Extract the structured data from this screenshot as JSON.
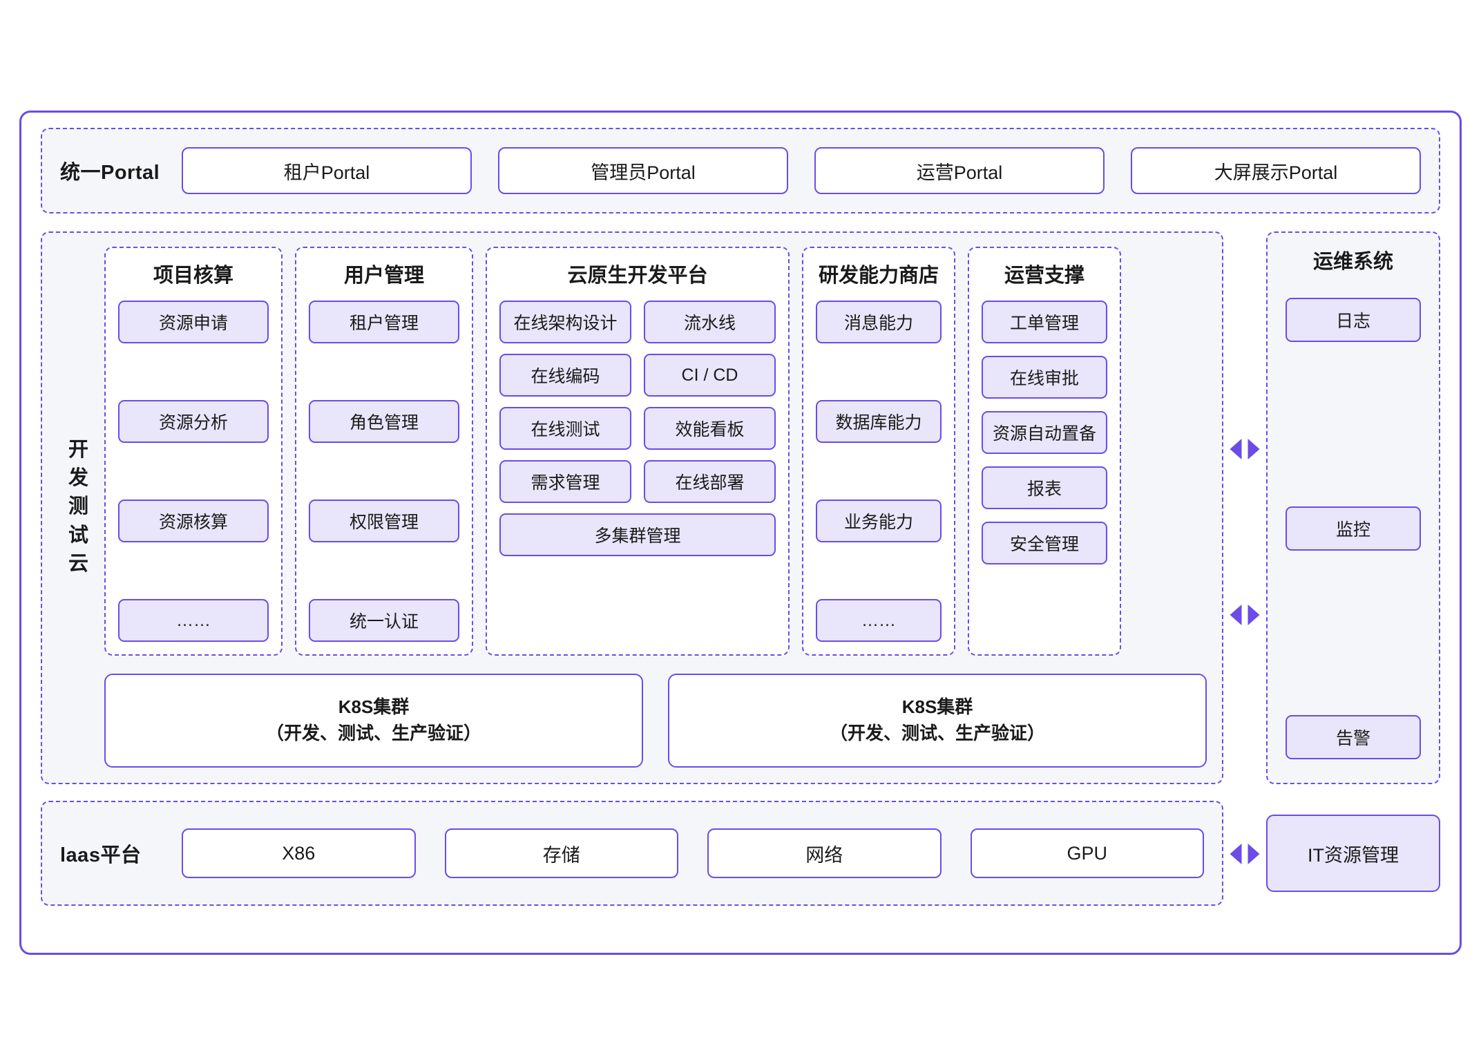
{
  "portal": {
    "label": "统一Portal",
    "boxes": [
      {
        "label": "租户Portal"
      },
      {
        "label": "管理员Portal"
      },
      {
        "label": "运营Portal"
      },
      {
        "label": "大屏展示Portal"
      }
    ]
  },
  "devtest": {
    "label": "开发测试云",
    "label_chars": [
      "开",
      "发",
      "测",
      "试",
      "云"
    ],
    "columns": [
      {
        "title": "项目核算",
        "items": [
          "资源申请",
          "资源分析",
          "资源核算",
          "……"
        ]
      },
      {
        "title": "用户管理",
        "items": [
          "租户管理",
          "角色管理",
          "权限管理",
          "统一认证"
        ]
      },
      {
        "title": "云原生开发平台",
        "items": [
          "在线架构设计",
          "流水线",
          "在线编码",
          "CI / CD",
          "在线测试",
          "效能看板",
          "需求管理",
          "在线部署"
        ],
        "full_width_item": "多集群管理"
      },
      {
        "title": "研发能力商店",
        "items": [
          "消息能力",
          "数据库能力",
          "业务能力",
          "……"
        ]
      },
      {
        "title": "运营支撑",
        "items": [
          "工单管理",
          "在线审批",
          "资源自动置备",
          "报表",
          "安全管理"
        ]
      }
    ],
    "k8s_clusters": [
      {
        "line1": "K8S集群",
        "line2": "（开发、测试、生产验证）"
      },
      {
        "line1": "K8S集群",
        "line2": "（开发、测试、生产验证）"
      }
    ]
  },
  "ops_system": {
    "title": "运维系统",
    "items": [
      "日志",
      "监控",
      "告警"
    ]
  },
  "iaas": {
    "label": "laas平台",
    "boxes": [
      {
        "label": "X86"
      },
      {
        "label": "存储"
      },
      {
        "label": "网络"
      },
      {
        "label": "GPU"
      }
    ]
  },
  "it_resource": {
    "label": "IT资源管理"
  },
  "colors": {
    "accent": "#6c4be8",
    "chip_fill": "#e9e5fa",
    "section_fill": "#f5f6fa",
    "panel_fill": "#ffffff"
  }
}
